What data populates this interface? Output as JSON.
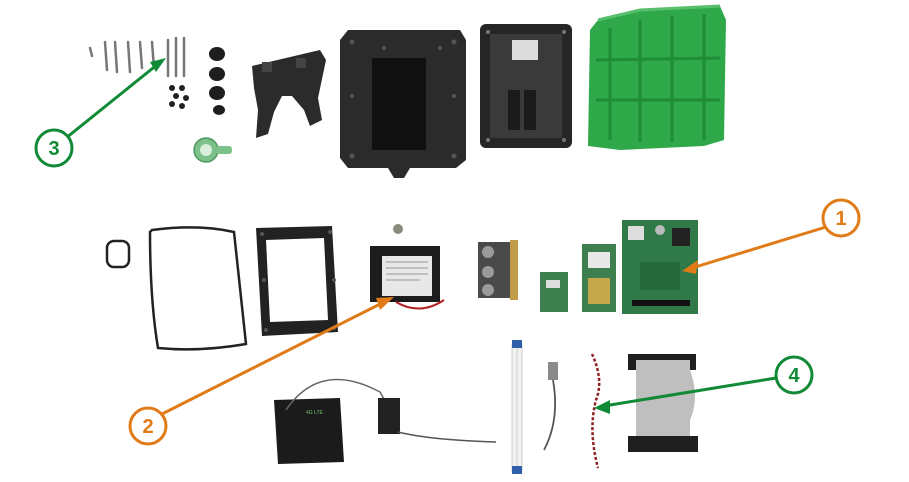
{
  "image": {
    "callouts": [
      {
        "label": "1",
        "color": "#e07b18"
      },
      {
        "label": "2",
        "color": "#e07b18"
      },
      {
        "label": "3",
        "color": "#118a36"
      },
      {
        "label": "4",
        "color": "#118a36"
      }
    ],
    "label_4g": "4G LTE",
    "colors": {
      "enclosure_green": "#2fa84a",
      "enclosure_black": "#2b2b2b",
      "pcb_green": "#3d7f4f",
      "orange": "#e07b18",
      "green": "#118a36"
    }
  }
}
